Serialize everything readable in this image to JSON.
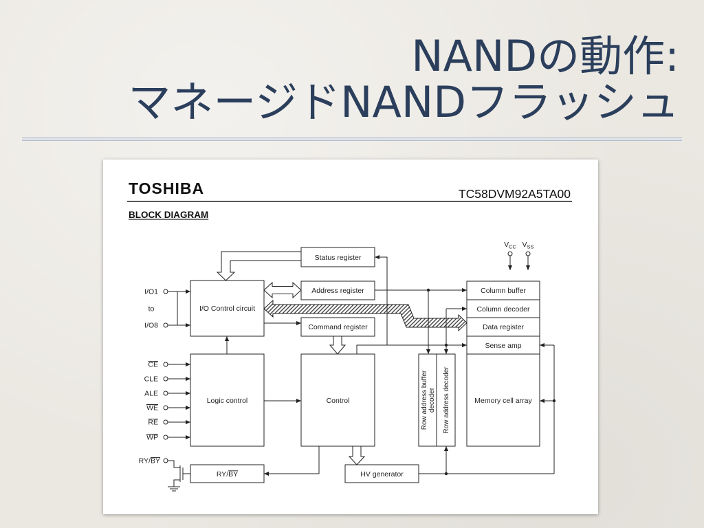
{
  "slide": {
    "title_line1": "NANDの動作:",
    "title_line2": "マネージドNANDフラッシュ"
  },
  "colors": {
    "title": "#2b3f5c",
    "background": "#ebe8e2",
    "diagram_ink": "#222222"
  },
  "figure": {
    "brand": "TOSHIBA",
    "part_number": "TC58DVM92A5TA00",
    "heading": "BLOCK DIAGRAM",
    "blocks": {
      "status_register": "Status register",
      "address_register": "Address register",
      "command_register": "Command register",
      "io_control": "I/O Control circuit",
      "logic_control": "Logic control",
      "control": "Control",
      "column_buffer": "Column buffer",
      "column_decoder": "Column decoder",
      "data_register": "Data register",
      "sense_amp": "Sense amp",
      "memory_cell_array": "Memory cell array",
      "row_address_buffer_decoder": [
        "Row address buffer",
        "decoder"
      ],
      "row_address_decoder": "Row address decoder",
      "ry_by": {
        "plain": "RY/",
        "over": "BY"
      },
      "hv_generator": "HV generator"
    },
    "pins": {
      "io": [
        {
          "label": "I/O1"
        },
        {
          "label": "to"
        },
        {
          "label": "I/O8"
        }
      ],
      "inputs": [
        {
          "label": "CE",
          "active_low": true
        },
        {
          "label": "CLE",
          "active_low": false
        },
        {
          "label": "ALE",
          "active_low": false
        },
        {
          "label": "WE",
          "active_low": true
        },
        {
          "label": "RE",
          "active_low": true
        },
        {
          "label": "WP",
          "active_low": true
        }
      ],
      "ready_busy": {
        "plain": "RY/",
        "over": "BY"
      }
    },
    "power": {
      "vcc": {
        "main": "V",
        "sub": "CC"
      },
      "vss": {
        "main": "V",
        "sub": "SS"
      }
    }
  }
}
